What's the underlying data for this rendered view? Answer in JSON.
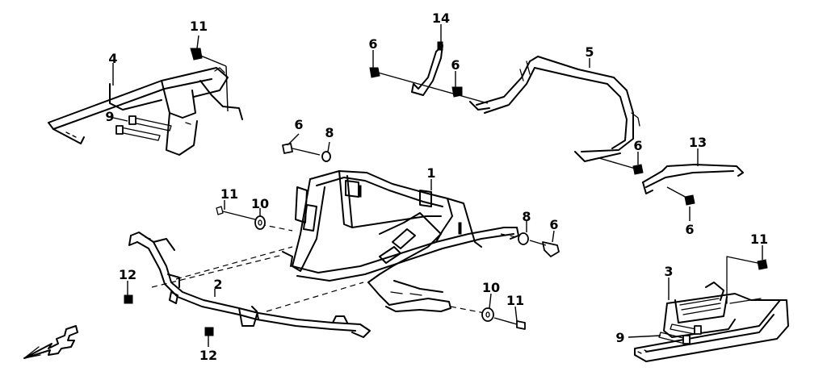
{
  "callouts": [
    {
      "id": "c1",
      "text": "1"
    },
    {
      "id": "c2",
      "text": "2"
    },
    {
      "id": "c3",
      "text": "3"
    },
    {
      "id": "c4",
      "text": "4"
    },
    {
      "id": "c5",
      "text": "5"
    },
    {
      "id": "c6a",
      "text": "6"
    },
    {
      "id": "c6b",
      "text": "6"
    },
    {
      "id": "c6c",
      "text": "6"
    },
    {
      "id": "c6d",
      "text": "6"
    },
    {
      "id": "c6e",
      "text": "6"
    },
    {
      "id": "c6f",
      "text": "6"
    },
    {
      "id": "c8a",
      "text": "8"
    },
    {
      "id": "c8b",
      "text": "8"
    },
    {
      "id": "c9a",
      "text": "9"
    },
    {
      "id": "c9b",
      "text": "9"
    },
    {
      "id": "c10a",
      "text": "10"
    },
    {
      "id": "c10b",
      "text": "10"
    },
    {
      "id": "c11a",
      "text": "11"
    },
    {
      "id": "c11b",
      "text": "11"
    },
    {
      "id": "c11c",
      "text": "11"
    },
    {
      "id": "c11d",
      "text": "11"
    },
    {
      "id": "c12a",
      "text": "12"
    },
    {
      "id": "c12b",
      "text": "12"
    },
    {
      "id": "c13",
      "text": "13"
    },
    {
      "id": "c14",
      "text": "14"
    }
  ],
  "front_indicator": {
    "icon": "front-direction-arrow-icon"
  }
}
